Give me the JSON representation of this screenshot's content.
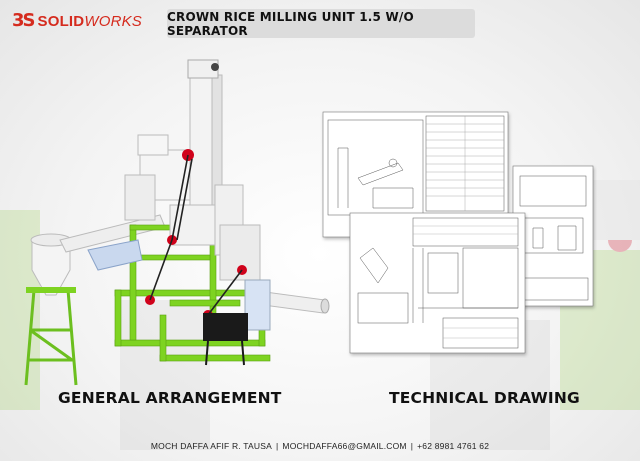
{
  "brand": {
    "logo_mark": "3S",
    "logo_bold": "SOLID",
    "logo_italic": "WORKS",
    "color": "#d52b1e"
  },
  "title": "CROWN RICE MILLING UNIT 1.5 W/O SEPARATOR",
  "captions": {
    "left": "GENERAL ARRANGEMENT",
    "right": "TECHNICAL DRAWING"
  },
  "footer": {
    "name": "MOCH DAFFA AFIF R. TAUSA",
    "separator": "|",
    "email": "MOCHDAFFA66@GMAIL.COM",
    "phone": "+62 8981 4761 62"
  },
  "colors": {
    "frame_green": "#7ed321",
    "machine_white": "#f3f3f3",
    "accent_red": "#d0021b",
    "hopper_blue": "#c9d8ee",
    "motor_black": "#1a1a1a"
  }
}
